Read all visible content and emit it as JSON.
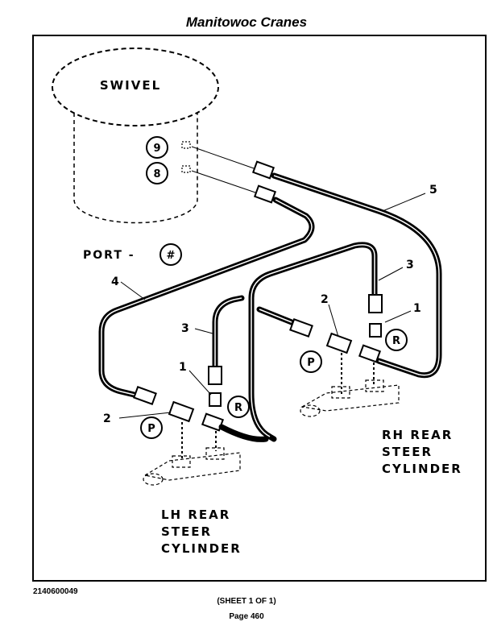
{
  "header": {
    "title": "Manitowoc Cranes"
  },
  "diagram": {
    "swivel_label": "SWIVEL",
    "port_9": "9",
    "port_8": "8",
    "port_legend_text": "PORT -",
    "port_legend_symbol": "#",
    "callouts": {
      "c5": "5",
      "c4": "4",
      "c3_right": "3",
      "c3_left": "3",
      "c2_right": "2",
      "c2_left": "2",
      "c1_right": "1",
      "c1_left": "1"
    },
    "port_R": "R",
    "port_P": "P",
    "rh_cylinder": [
      "RH REAR",
      "STEER",
      "CYLINDER"
    ],
    "lh_cylinder": [
      "LH REAR",
      "STEER",
      "CYLINDER"
    ]
  },
  "footer": {
    "code": "2140600049",
    "sheet": "(SHEET 1 OF 1)",
    "page": "Page 460"
  }
}
